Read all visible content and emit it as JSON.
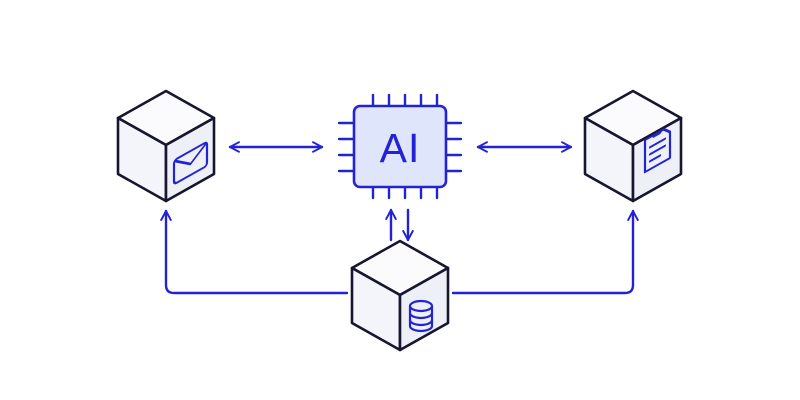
{
  "diagram": {
    "processor": {
      "label": "AI",
      "icon": "chip-icon"
    },
    "nodes": [
      {
        "id": "email",
        "icon": "envelope-icon"
      },
      {
        "id": "document",
        "icon": "document-icon"
      },
      {
        "id": "database",
        "icon": "database-icon"
      }
    ],
    "connections": [
      {
        "from": "email",
        "to": "processor",
        "direction": "bidirectional"
      },
      {
        "from": "processor",
        "to": "document",
        "direction": "bidirectional"
      },
      {
        "from": "processor",
        "to": "database",
        "direction": "bidirectional"
      },
      {
        "from": "database",
        "to": "email",
        "direction": "one-way"
      },
      {
        "from": "database",
        "to": "document",
        "direction": "one-way"
      }
    ]
  },
  "colors": {
    "accent": "#2323d4",
    "outline": "#16162e",
    "cube_face": "#f4f5fa",
    "chip_fill": "#dfe5fb",
    "background": "#ffffff"
  }
}
